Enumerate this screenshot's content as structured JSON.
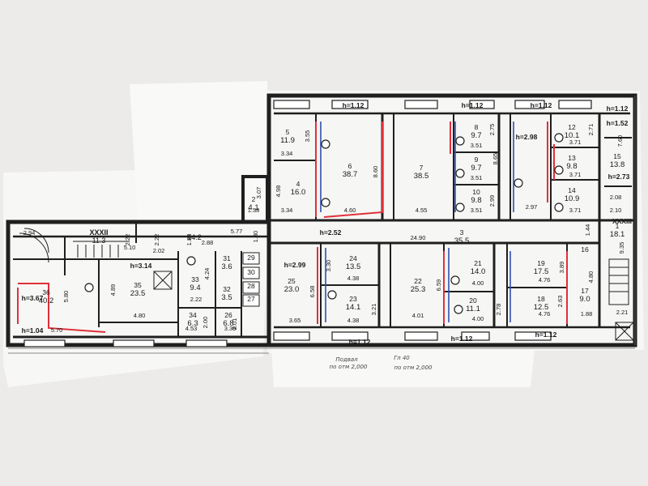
{
  "floor_plan": {
    "heights": [
      {
        "id": "h-top-a",
        "text": "h=1.12"
      },
      {
        "id": "h-top-b",
        "text": "h=1.12"
      },
      {
        "id": "h-top-c",
        "text": "h=1.12"
      },
      {
        "id": "h-top-d",
        "text": "h=1.12"
      },
      {
        "id": "h-right-a",
        "text": "h=1.52"
      },
      {
        "id": "h-right-b",
        "text": "h=2.73"
      },
      {
        "id": "h-mid",
        "text": "h=2.98"
      },
      {
        "id": "h-corr",
        "text": "h=2.52"
      },
      {
        "id": "h-35",
        "text": "h=3.14"
      },
      {
        "id": "h-25",
        "text": "h=2.99"
      },
      {
        "id": "h-left-a",
        "text": "h=3.67"
      },
      {
        "id": "h-left-b",
        "text": "h=1.04"
      },
      {
        "id": "h-bot-a",
        "text": "h=1.12"
      },
      {
        "id": "h-bot-b",
        "text": "h=1.12"
      },
      {
        "id": "h-bot-c",
        "text": "h=1.12"
      }
    ],
    "rooms": [
      {
        "id": "r5",
        "num": "5",
        "area": "11.9"
      },
      {
        "id": "r4",
        "num": "4",
        "area": "16.0"
      },
      {
        "id": "r6",
        "num": "6",
        "area": "38.7"
      },
      {
        "id": "r7",
        "num": "7",
        "area": "38.5"
      },
      {
        "id": "r8",
        "num": "8",
        "area": "9.7"
      },
      {
        "id": "r9",
        "num": "9",
        "area": "9.7"
      },
      {
        "id": "r10",
        "num": "10",
        "area": "9.8"
      },
      {
        "id": "r12",
        "num": "12",
        "area": "10.1"
      },
      {
        "id": "r13",
        "num": "13",
        "area": "9.8"
      },
      {
        "id": "r14",
        "num": "14",
        "area": "10.9"
      },
      {
        "id": "r15",
        "num": "15",
        "area": "13.8"
      },
      {
        "id": "r2",
        "num": "2",
        "area": "4.1"
      },
      {
        "id": "r3",
        "num": "3",
        "area": "35.5"
      },
      {
        "id": "r24",
        "num": "24",
        "area": "13.5"
      },
      {
        "id": "r25",
        "num": "25",
        "area": "23.0"
      },
      {
        "id": "r23",
        "num": "23",
        "area": "14.1"
      },
      {
        "id": "r22",
        "num": "22",
        "area": "25.3"
      },
      {
        "id": "r21",
        "num": "21",
        "area": "14.0"
      },
      {
        "id": "r20",
        "num": "20",
        "area": "11.1"
      },
      {
        "id": "r19",
        "num": "19",
        "area": "17.5"
      },
      {
        "id": "r18",
        "num": "18",
        "area": "12.5"
      },
      {
        "id": "r17",
        "num": "17",
        "area": "9.0"
      },
      {
        "id": "r1",
        "num": "1",
        "area": "18.1"
      },
      {
        "id": "r35",
        "num": "35",
        "area": "23.5"
      },
      {
        "id": "r33",
        "num": "33",
        "area": "9.4"
      },
      {
        "id": "r31",
        "num": "31",
        "area": "3.6"
      },
      {
        "id": "r32",
        "num": "32",
        "area": "3.5"
      },
      {
        "id": "r34",
        "num": "34",
        "area": "6.3"
      },
      {
        "id": "r26",
        "num": "26",
        "area": "6.8"
      },
      {
        "id": "r36",
        "num": "36",
        "area": "40.2"
      },
      {
        "id": "r29",
        "num": "29",
        "area": ""
      },
      {
        "id": "r30",
        "num": "30",
        "area": ""
      },
      {
        "id": "r28",
        "num": "28",
        "area": ""
      },
      {
        "id": "r27",
        "num": "27",
        "area": ""
      },
      {
        "id": "r16",
        "num": "16",
        "area": ""
      }
    ],
    "corridor": {
      "code": "XXXII",
      "area": "11.3"
    },
    "corridor_right": {
      "code": "XXXIII"
    },
    "corridor_top_area": "14.2",
    "dimensions": [
      {
        "id": "d1",
        "text": "3.34"
      },
      {
        "id": "d2",
        "text": "3.55"
      },
      {
        "id": "d3",
        "text": "3.34"
      },
      {
        "id": "d4",
        "text": "4.60"
      },
      {
        "id": "d5",
        "text": "4.98"
      },
      {
        "id": "d6",
        "text": "8.60"
      },
      {
        "id": "d7",
        "text": "8.65"
      },
      {
        "id": "d8",
        "text": "4.55"
      },
      {
        "id": "d9",
        "text": "2.75"
      },
      {
        "id": "d10",
        "text": "3.51"
      },
      {
        "id": "d11",
        "text": "3.51"
      },
      {
        "id": "d12",
        "text": "2.99"
      },
      {
        "id": "d13",
        "text": "3.51"
      },
      {
        "id": "d14",
        "text": "2.71"
      },
      {
        "id": "d15",
        "text": "3.71"
      },
      {
        "id": "d16",
        "text": "3.71"
      },
      {
        "id": "d17",
        "text": "3.71"
      },
      {
        "id": "d18",
        "text": "2.97"
      },
      {
        "id": "d19",
        "text": "7.60"
      },
      {
        "id": "d20",
        "text": "2.08"
      },
      {
        "id": "d21",
        "text": "2.10"
      },
      {
        "id": "d22",
        "text": "1.38"
      },
      {
        "id": "d23",
        "text": "3.07"
      },
      {
        "id": "d24",
        "text": "5.77"
      },
      {
        "id": "d25",
        "text": "24.90"
      },
      {
        "id": "d26",
        "text": "2.94"
      },
      {
        "id": "d27",
        "text": "2.22"
      },
      {
        "id": "d28",
        "text": "2.22"
      },
      {
        "id": "d29",
        "text": "2.02"
      },
      {
        "id": "d30",
        "text": "1.83"
      },
      {
        "id": "d31",
        "text": "2.88"
      },
      {
        "id": "d32",
        "text": "1.30"
      },
      {
        "id": "d33",
        "text": "5.10"
      },
      {
        "id": "d34",
        "text": "4.89"
      },
      {
        "id": "d35",
        "text": "4.80"
      },
      {
        "id": "d36",
        "text": "4.24"
      },
      {
        "id": "d37",
        "text": "2.22"
      },
      {
        "id": "d38",
        "text": "4.53"
      },
      {
        "id": "d39",
        "text": "2.00"
      },
      {
        "id": "d40",
        "text": "3.39"
      },
      {
        "id": "d41",
        "text": "2.01"
      },
      {
        "id": "d42",
        "text": "3.65"
      },
      {
        "id": "d43",
        "text": "6.58"
      },
      {
        "id": "d44",
        "text": "3.30"
      },
      {
        "id": "d45",
        "text": "4.38"
      },
      {
        "id": "d46",
        "text": "4.38"
      },
      {
        "id": "d47",
        "text": "3.21"
      },
      {
        "id": "d48",
        "text": "4.01"
      },
      {
        "id": "d49",
        "text": "6.59"
      },
      {
        "id": "d50",
        "text": "4.00"
      },
      {
        "id": "d51",
        "text": "4.00"
      },
      {
        "id": "d52",
        "text": "2.78"
      },
      {
        "id": "d53",
        "text": "4.76"
      },
      {
        "id": "d54",
        "text": "4.76"
      },
      {
        "id": "d55",
        "text": "3.89"
      },
      {
        "id": "d56",
        "text": "2.63"
      },
      {
        "id": "d57",
        "text": "4.80"
      },
      {
        "id": "d58",
        "text": "1.88"
      },
      {
        "id": "d59",
        "text": "9.35"
      },
      {
        "id": "d60",
        "text": "2.21"
      },
      {
        "id": "d61",
        "text": "1.44"
      },
      {
        "id": "d62",
        "text": "5.70"
      },
      {
        "id": "d63",
        "text": "5.80"
      }
    ],
    "handwritten": [
      {
        "id": "hw1",
        "text": "Подвал"
      },
      {
        "id": "hw2",
        "text": "по отм 2,000"
      },
      {
        "id": "hw3",
        "text": "по отм 2,000"
      },
      {
        "id": "hw4",
        "text": "Гл 40"
      }
    ],
    "colors": {
      "paper": "#f6f6f4",
      "wall": "#1f1f1f",
      "pipe_red": "#e0303a",
      "pipe_blue": "#2f4fb0",
      "background": "#ecebe9"
    }
  }
}
